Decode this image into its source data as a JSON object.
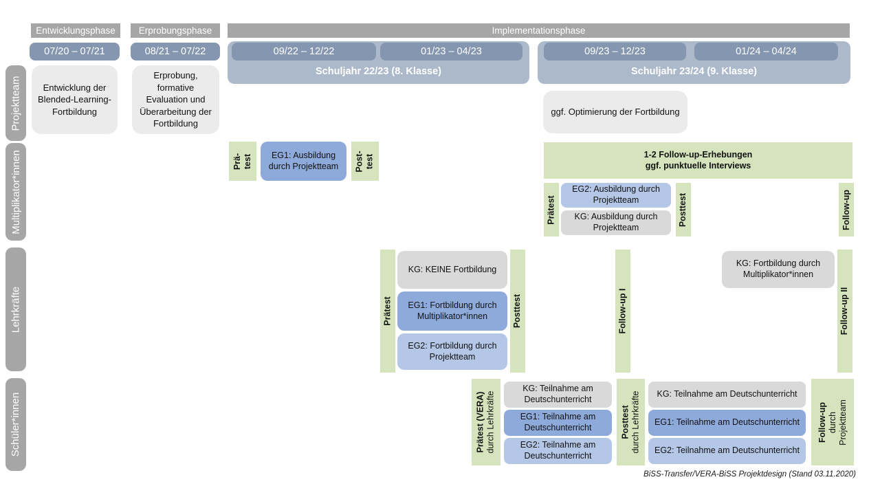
{
  "colors": {
    "phase_gray": "#a6a6a6",
    "date_blue": "#8496b0",
    "schuljahr_blue": "#acb9ca",
    "box_gray": "#ebebeb",
    "kg_gray": "#d9d9d9",
    "eg1_blue": "#8eaadb",
    "eg2_blue": "#b4c7e7",
    "green": "#d6e4bd"
  },
  "phases": {
    "entwicklung": "Entwicklungsphase",
    "erprobung": "Erprobungsphase",
    "implementation": "Implementationsphase"
  },
  "timeline": {
    "d1": "07/20 – 07/21",
    "d2": "08/21 – 07/22",
    "d3": "09/22 – 12/22",
    "d4": "01/23 – 04/23",
    "d5": "09/23 – 12/23",
    "d6": "01/24 – 04/24",
    "sy1": "Schuljahr 22/23 (8. Klasse)",
    "sy2": "Schuljahr 23/24 (9. Klasse)"
  },
  "rows": {
    "r1": "Projektteam",
    "r2": "Multiplikator*innen",
    "r3": "Lehrkräfte",
    "r4": "Schüler*innen"
  },
  "projektteam": {
    "b1": "Entwicklung der Blended-Learning-Fortbildung",
    "b2": "Erprobung, formative Evaluation und Überarbeitung der Fortbildung",
    "b3": "ggf. Optimierung der Fortbildung"
  },
  "multiplikatoren": {
    "prae1_l1": "Prä-",
    "prae1_l2": "test",
    "eg1": "EG1: Ausbildung durch Projektteam",
    "post1_l1": "Post-",
    "post1_l2": "test",
    "followup_l1": "1-2 Follow-up-Erhebungen",
    "followup_l2": "ggf. punktuelle Interviews",
    "prae2": "Prätest",
    "eg2": "EG2: Ausbildung durch Projektteam",
    "kg": "KG: Ausbildung durch Projektteam",
    "post2": "Posttest",
    "fu": "Follow-up"
  },
  "lehrkraefte": {
    "prae": "Prätest",
    "kg": "KG: KEINE Fortbildung",
    "eg1": "EG1: Fortbildung durch Multiplikator*innen",
    "eg2": "EG2: Fortbildung durch Projektteam",
    "post": "Posttest",
    "fu1": "Follow-up I",
    "kg2": "KG: Fortbildung durch Multiplikator*innen",
    "fu2": "Follow-up II"
  },
  "schueler": {
    "prae_l1": "Prätest (VERA)",
    "prae_l2": "durch Lehrkräfte",
    "kg1": "KG: Teilnahme am Deutschunterricht",
    "eg1a": "EG1: Teilnahme am Deutschunterricht",
    "eg2a": "EG2: Teilnahme am Deutschunterricht",
    "post_l1": "Posttest",
    "post_l2": "durch Lehrkräfte",
    "kg2": "KG: Teilnahme am Deutschunterricht",
    "eg1b": "EG1: Teilnahme am Deutschunterricht",
    "eg2b": "EG2: Teilnahme am Deutschunterricht",
    "fu_l1": "Follow-up",
    "fu_l2": "durch",
    "fu_l3": "Projektteam"
  },
  "footer": "BiSS-Transfer/VERA-BiSS Projektdesign (Stand 03.11.2020)"
}
